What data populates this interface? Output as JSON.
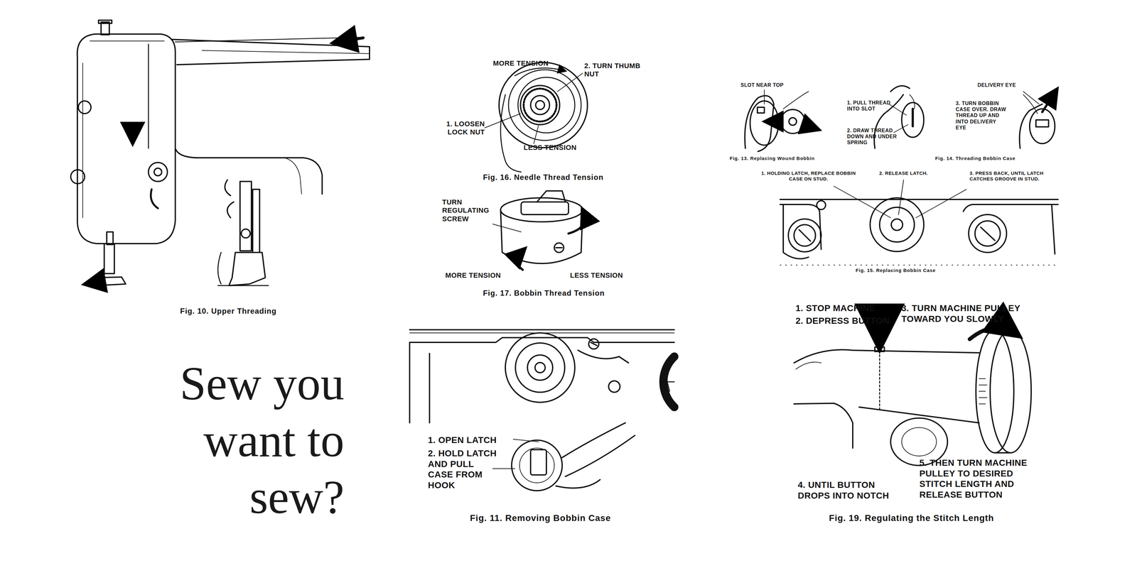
{
  "diagram": {
    "title": "Sew you want to sew?",
    "labels": [
      "Fig. 10. Upper Threading",
      "MORE TENSION",
      "2. TURN THUMB NUT",
      "1. LOOSEN LOCK NUT",
      "LESS TENSION",
      "Fig. 16. Needle Thread Tension",
      "TURN REGULATING SCREW",
      "MORE TENSION",
      "LESS TENSION",
      "Fig. 17. Bobbin Thread Tension",
      "SLOT NEAR TOP",
      "1. PULL THREAD INTO SLOT",
      "2. DRAW THREAD DOWN AND UNDER SPRING",
      "DELIVERY EYE",
      "3. TURN BOBBIN CASE OVER. DRAW THREAD UP AND INTO DELIVERY EYE",
      "Fig. 13. Replacing Wound Bobbin",
      "Fig. 14. Threading Bobbin Case",
      "1. HOLDING LATCH, REPLACE BOBBIN CASE ON STUD.",
      "2. RELEASE LATCH.",
      "3. PRESS BACK, UNTIL LATCH CATCHES GROOVE IN STUD.",
      "Fig. 15. Replacing Bobbin Case",
      "1. OPEN LATCH",
      "2. HOLD LATCH AND PULL CASE FROM HOOK",
      "Fig. 11. Removing Bobbin Case",
      "1. STOP MACHINE",
      "2. DEPRESS BUTTON",
      "3. TURN MACHINE PULLEY TOWARD YOU SLOWLY",
      "4. UNTIL BUTTON DROPS INTO NOTCH",
      "5. THEN TURN MACHINE PULLEY TO DESIRED STITCH LENGTH AND RELEASE BUTTON",
      "Fig. 19. Regulating the Stitch Length"
    ]
  }
}
